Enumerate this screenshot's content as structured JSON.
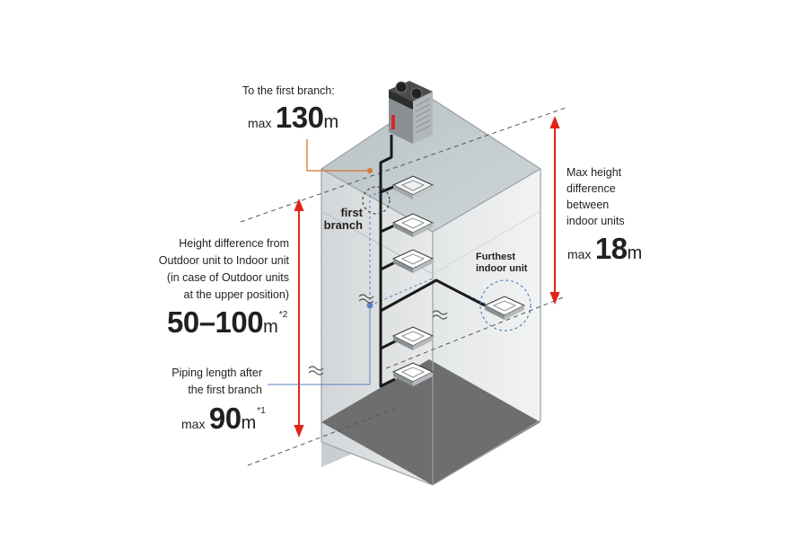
{
  "labels": {
    "first_branch_heading": "To the first branch:",
    "first_branch_prefix": "max",
    "first_branch_value": "130",
    "first_branch_unit": "m",
    "height_diff_lines": [
      "Height difference from",
      "Outdoor unit to Indoor unit",
      "(in case of Outdoor units",
      "at the upper position)"
    ],
    "height_diff_value": "50–100",
    "height_diff_unit": "m",
    "height_diff_note": "*2",
    "piping_lines": [
      "Piping length after",
      "the first branch"
    ],
    "piping_prefix": "max",
    "piping_value": "90",
    "piping_unit": "m",
    "piping_note": "*1",
    "first_branch_marker_lines": [
      "first",
      "branch"
    ],
    "furthest_lines": [
      "Furthest",
      "indoor unit"
    ],
    "max_height_lines": [
      "Max height",
      "difference",
      "between",
      "indoor units"
    ],
    "max_height_prefix": "max",
    "max_height_value": "18",
    "max_height_unit": "m"
  },
  "colors": {
    "arrow_red": "#e2231a",
    "pipe_black": "#1a1a1a",
    "branch_orange": "#d9752b",
    "dashed_blue": "#5b7fc4",
    "building_glass": "#c4ccd0",
    "building_floor": "#6d6e70"
  }
}
